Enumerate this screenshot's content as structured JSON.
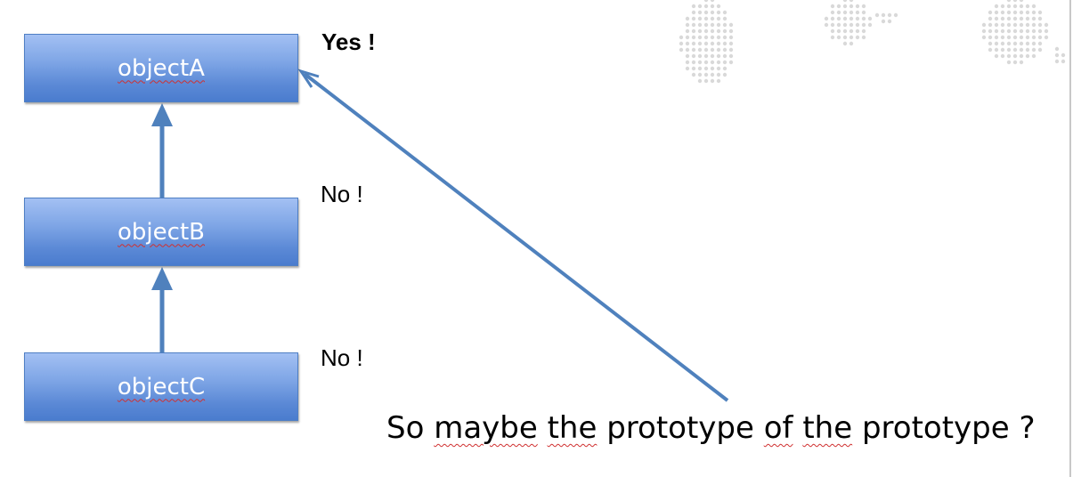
{
  "nodes": {
    "a": {
      "label": "objectA"
    },
    "b": {
      "label": "objectB"
    },
    "c": {
      "label": "objectC"
    }
  },
  "annotations": {
    "yes": "Yes !",
    "no_b": "No !",
    "no_c": "No !"
  },
  "caption": {
    "w1": "So",
    "w2": "maybe",
    "w3": "the",
    "w4": "prototype",
    "w5": "of",
    "w6": "the",
    "w7": "prototype ?"
  },
  "colors": {
    "node_fill": "#5b89d6",
    "node_border": "#4f7fc4",
    "arrow": "#4f81bd",
    "spellcheck": "#d03030",
    "map_dots": "#d9d9d9"
  }
}
